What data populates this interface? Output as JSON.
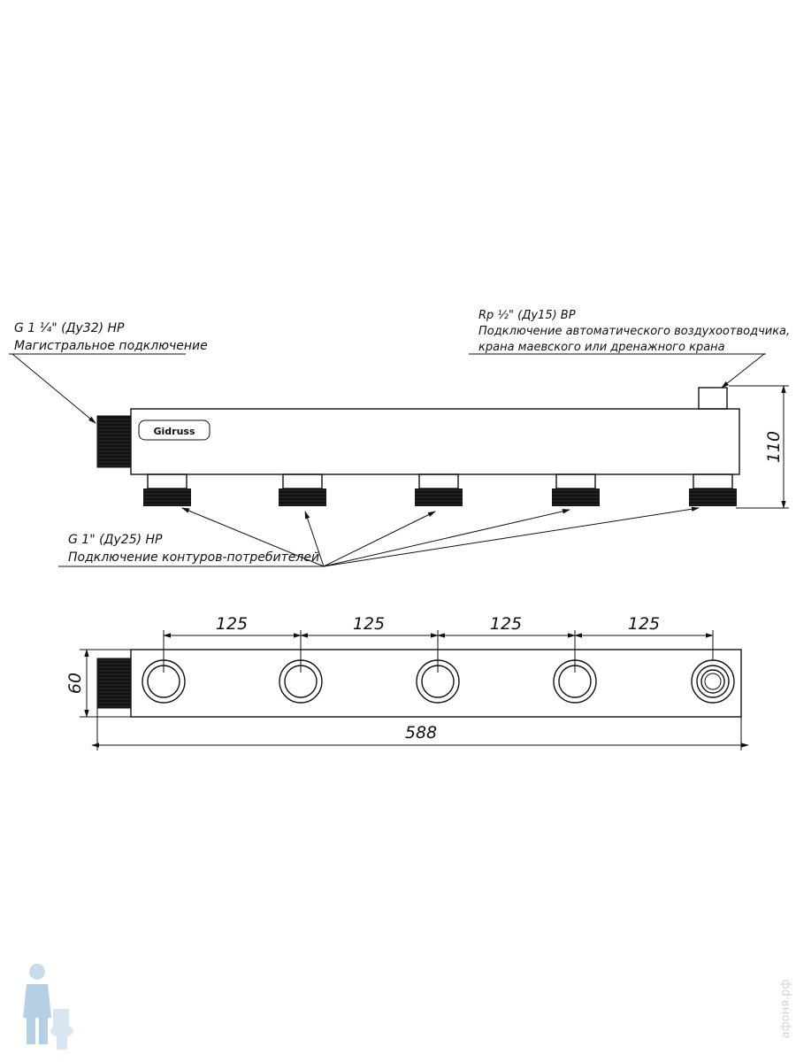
{
  "callouts": {
    "main": {
      "line1": "G 1 ¼\" (Ду32) НР",
      "line2": "Магистральное подключение"
    },
    "air": {
      "line1": "Rp ½\" (Ду15) ВР",
      "line2": "Подключение автоматического воздухоотводчика,",
      "line3": "крана маевского или дренажного крана"
    },
    "consumers": {
      "line1": "G 1\" (Ду25) НР",
      "line2": "Подключение контуров-потребителей"
    }
  },
  "brand": "Gidruss",
  "dimensions": {
    "height": "110",
    "width": "60",
    "length": "588",
    "spacing": [
      "125",
      "125",
      "125",
      "125"
    ]
  },
  "watermark": "афоня.рф"
}
